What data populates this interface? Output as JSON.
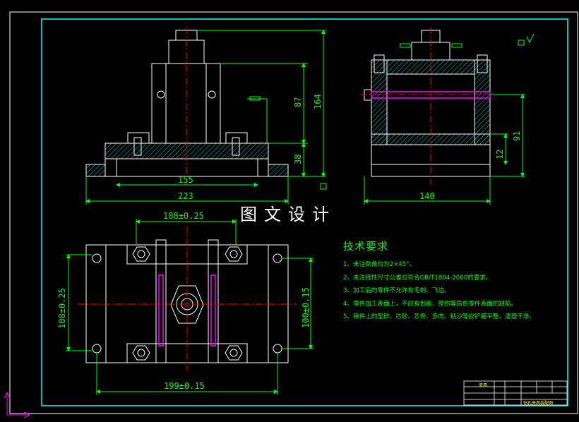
{
  "title_overlay": "图文设计",
  "dimensions": {
    "front_155": "155",
    "front_223": "223",
    "front_87": "87",
    "front_164": "164",
    "front_38": "38",
    "side_140": "140",
    "side_91": "91",
    "side_12": "12",
    "top_108": "108±0.25",
    "left_108": "108±0.25",
    "right_100": "100±0.15",
    "bottom_199": "199±0.15"
  },
  "tech_requirements": {
    "title": "技术要求",
    "items": [
      "1、未注倒角均为2×45°。",
      "2、未注线性尺寸公差应符合GB/T1804-2000的要求。",
      "3、加工后的零件不允许有毛刺、飞边。",
      "4、零件加工表面上，不应有划痕、擦伤等损伤零件表面的缺陷。",
      "5、铸件上的型砂、芯砂、芯骨、多肉、粘沙等应铲磨平整，清理干净。"
    ]
  },
  "title_block": {
    "part_name": "夹具",
    "drawing_title": "钻孔夹具装配图"
  },
  "colors": {
    "background": "#000000",
    "frame": "#00ffff",
    "outline": "#ffffff",
    "dimension": "#00ff00",
    "hatch": "#00ffff",
    "centerline": "#ff0000",
    "shaft": "#ff00ff"
  }
}
